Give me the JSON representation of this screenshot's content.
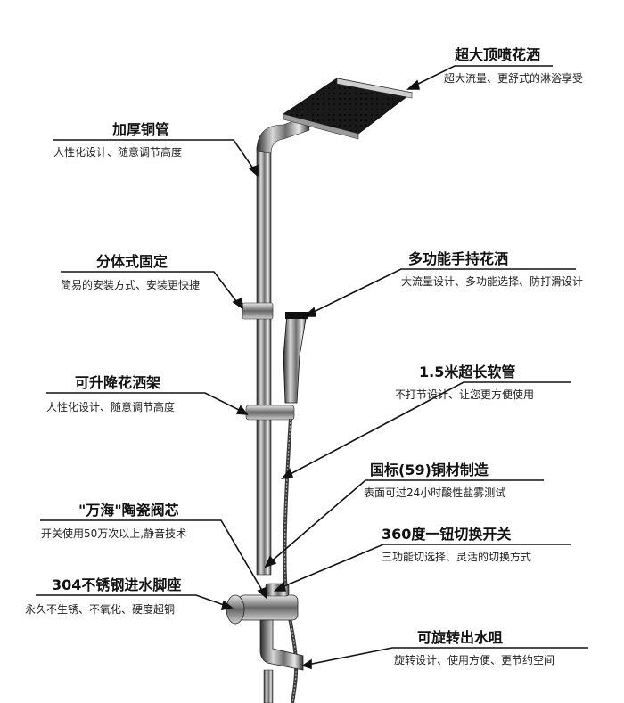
{
  "features": [
    {
      "id": "top-shower",
      "title": "超大顶喷花洒",
      "desc": "超大流量、更舒式的淋浴享受"
    },
    {
      "id": "copper-pipe",
      "title": "加厚铜管",
      "desc": "人性化设计、随意调节高度"
    },
    {
      "id": "split-fix",
      "title": "分体式固定",
      "desc": "简易的安装方式、安装更快捷"
    },
    {
      "id": "handheld",
      "title": "多功能手持花洒",
      "desc": "大流量设计、多功能选择、防打滑设计"
    },
    {
      "id": "lift-rack",
      "title": "可升降花洒架",
      "desc": "人性化设计、随意调节高度"
    },
    {
      "id": "hose",
      "title": "1.5米超长软管",
      "desc": "不打节设计、让您更方便使用"
    },
    {
      "id": "copper-material",
      "title": "国标(59)铜材制造",
      "desc": "表面可过24小时酸性盐雾测试"
    },
    {
      "id": "valve",
      "title": "\"万海\"陶瓷阀芯",
      "desc": "开关使用50万次以上,静音技术"
    },
    {
      "id": "switch",
      "title": "360度一钮切换开关",
      "desc": "三功能切选择、灵活的切换方式"
    },
    {
      "id": "base",
      "title": "304不锈钢进水脚座",
      "desc": "永久不生锈、不氧化、硬度超铜"
    },
    {
      "id": "spout",
      "title": "可旋转出水咀",
      "desc": "旋转设计、使用方便、更节约空间"
    }
  ]
}
